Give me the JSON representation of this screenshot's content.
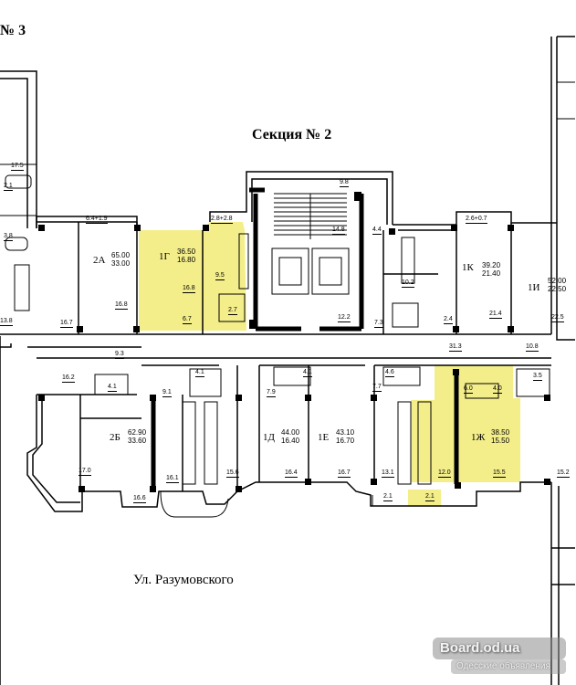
{
  "header": {
    "prev_section": "№ 3",
    "section_title": "Секция № 2"
  },
  "street": "Ул. Разумовского",
  "colors": {
    "highlight": "#f3ee8a",
    "wall": "#000000",
    "background": "#ffffff"
  },
  "apartments": [
    {
      "code": "2А",
      "total": "65.00",
      "living": "33.00",
      "highlighted": false
    },
    {
      "code": "1Г",
      "total": "36.50",
      "living": "16.80",
      "highlighted": true
    },
    {
      "code": "1К",
      "total": "39.20",
      "living": "21.40",
      "highlighted": false
    },
    {
      "code": "1И",
      "total": "52.00",
      "living": "22.50",
      "highlighted": false
    },
    {
      "code": "2Б",
      "total": "62.90",
      "living": "33.60",
      "highlighted": false
    },
    {
      "code": "1Д",
      "total": "44.00",
      "living": "16.40",
      "highlighted": false
    },
    {
      "code": "1Е",
      "total": "43.10",
      "living": "16.70",
      "highlighted": false
    },
    {
      "code": "1Ж",
      "total": "38.50",
      "living": "15.50",
      "highlighted": true
    }
  ],
  "room_areas": [
    "17.5",
    "2.1",
    "3.8",
    "13.8",
    "6.4+1.9",
    "16.8",
    "16.7",
    "2.8+2.8",
    "9.5",
    "16.8",
    "6.7",
    "2.7",
    "9.8",
    "14.8",
    "12.2",
    "4.4",
    "7.3",
    "2.6+0.7",
    "10.2",
    "2.4",
    "21.4",
    "22.5",
    "9.3",
    "16.2",
    "4.1",
    "31.3",
    "10.8",
    "9.1",
    "4.1",
    "7.9",
    "4.1",
    "7.7",
    "4.6",
    "6.0",
    "4.0",
    "3.5",
    "17.0",
    "16.6",
    "16.1",
    "15.6",
    "16.4",
    "16.7",
    "13.1",
    "12.0",
    "15.5",
    "15.2",
    "2.1",
    "2.1"
  ],
  "watermark": {
    "site": "Board.od.ua",
    "caption": "Одесские объявления"
  }
}
